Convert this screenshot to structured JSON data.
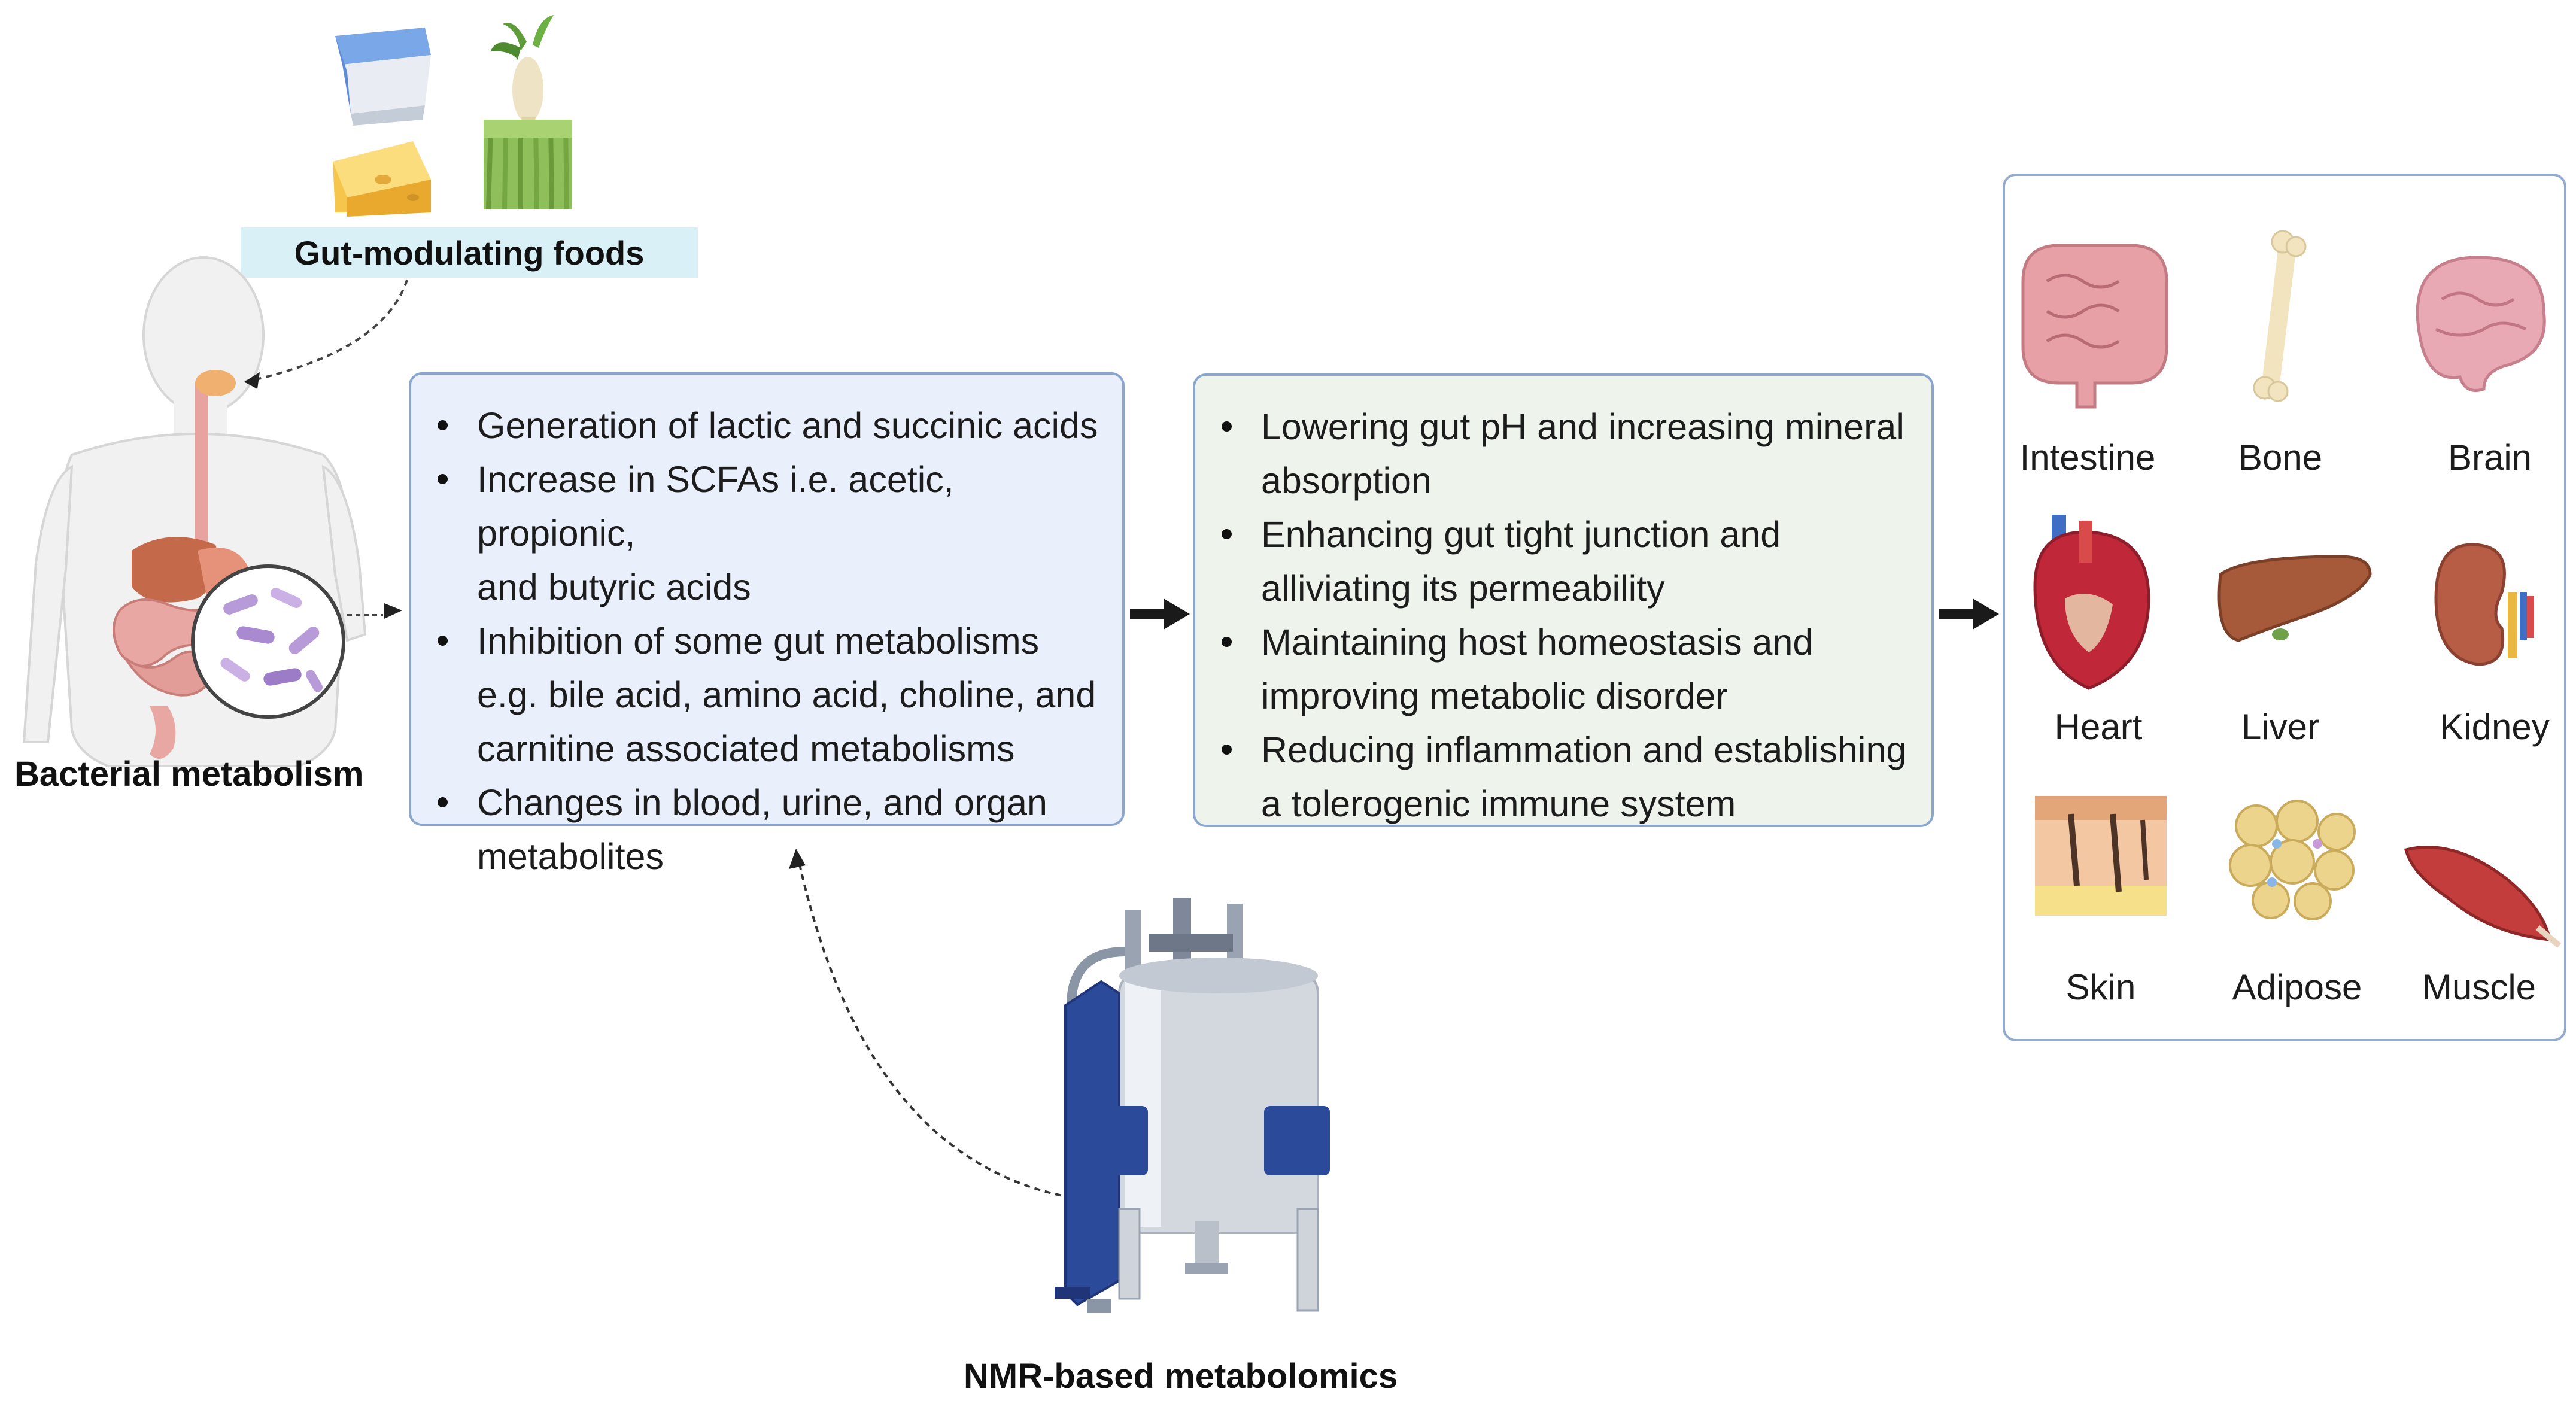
{
  "foods_label": "Gut-modulating foods",
  "bacterial_label": "Bacterial metabolism",
  "nmr_label": "NMR-based metabolomics",
  "mechanisms": [
    {
      "lines": [
        "Generation of lactic and succinic acids"
      ]
    },
    {
      "lines": [
        "Increase in SCFAs i.e. acetic, propionic,",
        "and butyric acids"
      ]
    },
    {
      "lines": [
        "Inhibition of some gut metabolisms",
        "e.g. bile acid, amino acid, choline, and",
        "carnitine associated metabolisms"
      ]
    },
    {
      "lines": [
        "Changes in blood, urine, and organ",
        "metabolites"
      ]
    }
  ],
  "effects": [
    {
      "lines": [
        "Lowering gut pH and increasing mineral",
        "absorption"
      ]
    },
    {
      "lines": [
        "Enhancing gut tight junction and",
        "alliviating its permeability"
      ]
    },
    {
      "lines": [
        "Maintaining host homeostasis and",
        "improving metabolic disorder"
      ]
    },
    {
      "lines": [
        "Reducing inflammation and establishing",
        "a tolerogenic immune system"
      ]
    }
  ],
  "organs": [
    {
      "name": "Intestine",
      "icon": "intestine-icon"
    },
    {
      "name": "Bone",
      "icon": "bone-icon"
    },
    {
      "name": "Brain",
      "icon": "brain-icon"
    },
    {
      "name": "Heart",
      "icon": "heart-icon"
    },
    {
      "name": "Liver",
      "icon": "liver-icon"
    },
    {
      "name": "Kidney",
      "icon": "kidney-icon"
    },
    {
      "name": "Skin",
      "icon": "skin-icon"
    },
    {
      "name": "Adipose",
      "icon": "adipose-icon"
    },
    {
      "name": "Muscle",
      "icon": "muscle-icon"
    }
  ],
  "colors": {
    "mechanism_box": "#e9f0fb",
    "effects_box": "#eef3ec",
    "box_border": "#8aa6cf",
    "foods_banner": "#d9f1f6",
    "nmr_blue": "#2c4a9a"
  }
}
